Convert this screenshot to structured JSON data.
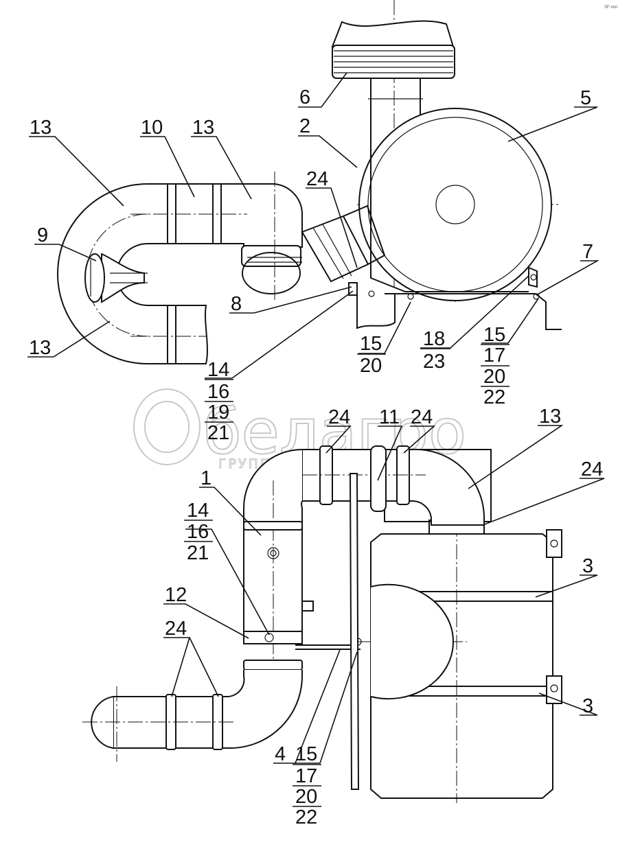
{
  "watermark": {
    "brand": "белагро",
    "subtitle": "ГРУППА КОМПАНИЙ"
  },
  "corner_mark": "ЛF-ппп",
  "labels": {
    "top": {
      "c6": "6",
      "c5": "5",
      "c13a": "13",
      "c10": "10",
      "c13b": "13",
      "c2": "2",
      "c24": "24",
      "c9": "9",
      "c8": "8",
      "c7": "7",
      "c13c": "13",
      "c18": "18",
      "c23": "23",
      "c15a": "15",
      "c20a": "20",
      "c15b": "15",
      "c17": "17",
      "c20b": "20",
      "c22": "22",
      "c14": "14",
      "c16": "16",
      "c19": "19",
      "c21": "21"
    },
    "bottom": {
      "c24a": "24",
      "c11": "11",
      "c24b": "24",
      "c13": "13",
      "c24c": "24",
      "c1": "1",
      "c14": "14",
      "c16": "16",
      "c21": "21",
      "c3a": "3",
      "c12": "12",
      "c24d": "24",
      "c3b": "3",
      "c4": "4",
      "c15": "15",
      "c17": "17",
      "c20": "20",
      "c22": "22"
    }
  }
}
